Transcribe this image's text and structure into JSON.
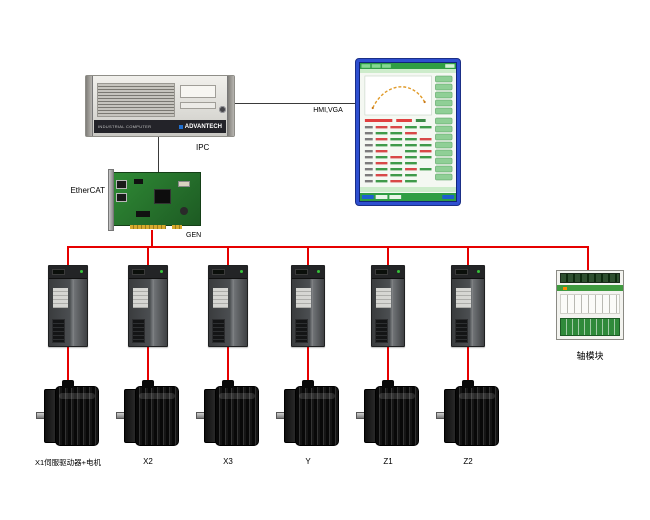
{
  "ipc": {
    "label": "IPC",
    "panel_text": "INDUSTRIAL COMPUTER",
    "brand": "ADVANTECH"
  },
  "links": {
    "hmi": "HMI,VGA"
  },
  "ethercat": {
    "label": "EtherCAT",
    "card_name": "GEN"
  },
  "axis_module": {
    "label": "轴模块"
  },
  "units": [
    {
      "label": "X1伺服驱动器+电机"
    },
    {
      "label": "X2"
    },
    {
      "label": "X3"
    },
    {
      "label": "Y"
    },
    {
      "label": "Z1"
    },
    {
      "label": "Z2"
    }
  ],
  "colors": {
    "bus_line": "#e60000",
    "signal_line": "#3a3a3a",
    "pcb_green": "#2f8a35",
    "monitor_bezel": "#2e4fd0"
  }
}
